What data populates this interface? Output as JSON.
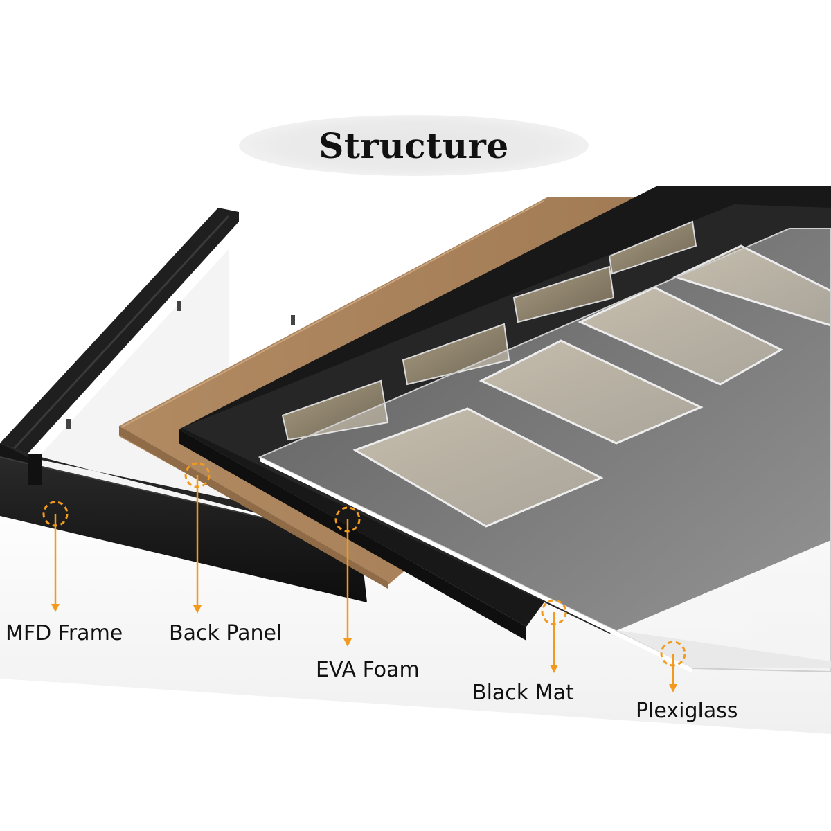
{
  "title": "Structure",
  "accent_color": "#f29a1d",
  "layers": [
    {
      "id": "mfd-frame",
      "label": "MFD Frame"
    },
    {
      "id": "back-panel",
      "label": "Back Panel"
    },
    {
      "id": "eva-foam",
      "label": "EVA Foam"
    },
    {
      "id": "black-mat",
      "label": "Black Mat"
    },
    {
      "id": "plexiglass",
      "label": "Plexiglass"
    }
  ],
  "colors": {
    "frame": "#1b1b1b",
    "back_panel": "#a9815a",
    "eva_foam": "#141414",
    "black_mat": "#262626",
    "plexiglass": "#e8e8e8",
    "photo_slot": "#8d826c"
  }
}
